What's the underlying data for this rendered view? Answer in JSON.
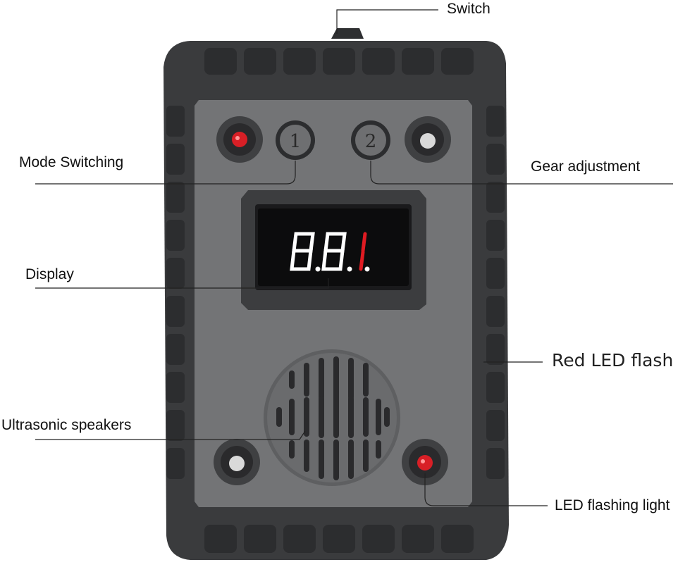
{
  "callouts": {
    "switch": "Switch",
    "mode_switching": "Mode Switching",
    "gear_adjustment": "Gear adjustment",
    "display": "Display",
    "red_led_flash": "Red LED flash",
    "ultrasonic_speakers": "Ultrasonic speakers",
    "led_flashing_light": "LED flashing light"
  },
  "device": {
    "button_1_label": "1",
    "button_2_label": "2",
    "display_readout": "8.8.1."
  },
  "colors": {
    "body": "#3a3b3d",
    "face": "#737476",
    "led_red": "#d81f26",
    "led_white": "#d9d9d9",
    "display_digits": "#ffffff",
    "display_active_digit": "#e01b22"
  }
}
